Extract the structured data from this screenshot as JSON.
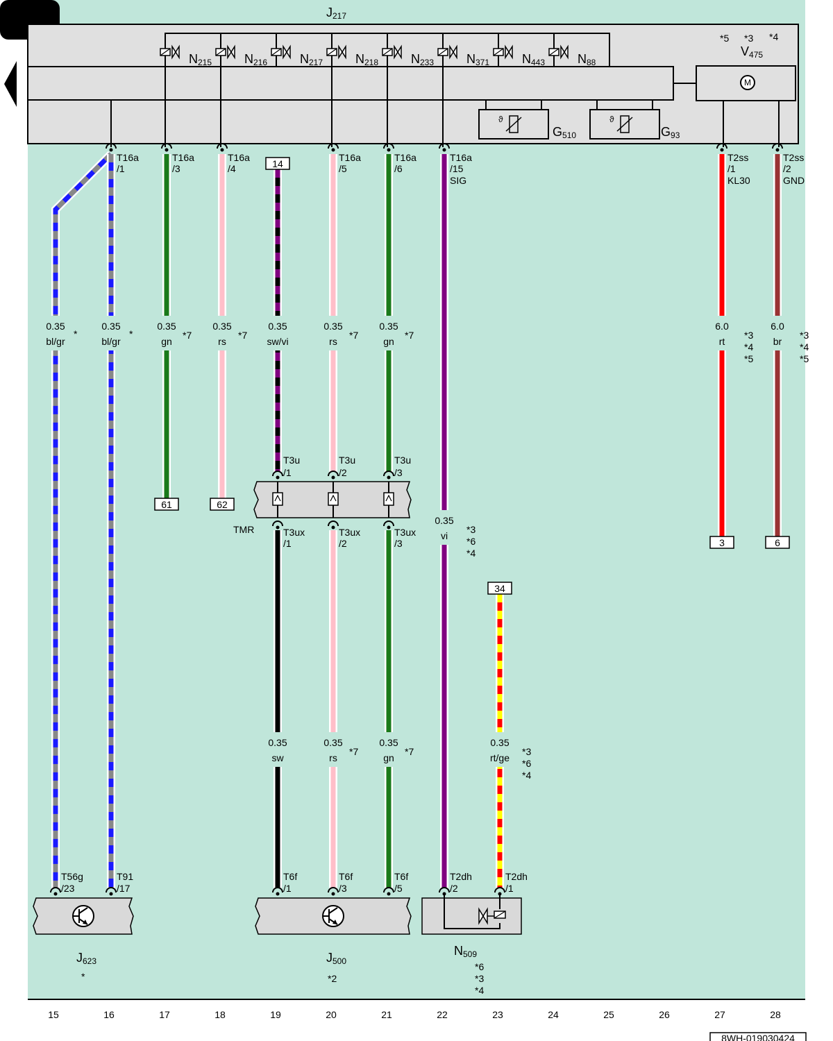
{
  "diagram_code": "8WH-019030424",
  "column_numbers": [
    "15",
    "16",
    "17",
    "18",
    "19",
    "20",
    "21",
    "22",
    "23",
    "24",
    "25",
    "26",
    "27",
    "28"
  ],
  "components": {
    "j217": {
      "name": "J",
      "sub": "217"
    },
    "v475": {
      "name": "V",
      "sub": "475",
      "notes": [
        "*5",
        "*3",
        "*4"
      ],
      "symbol": "M"
    },
    "g510": {
      "name": "G",
      "sub": "510"
    },
    "g93": {
      "name": "G",
      "sub": "93"
    },
    "tmr": {
      "name": "TMR"
    },
    "j623": {
      "name": "J",
      "sub": "623",
      "note": "*"
    },
    "j500": {
      "name": "J",
      "sub": "500",
      "note": "*2"
    },
    "n509": {
      "name": "N",
      "sub": "509",
      "notes": [
        "*6",
        "*3",
        "*4"
      ]
    }
  },
  "valves": [
    {
      "name": "N",
      "sub": "215"
    },
    {
      "name": "N",
      "sub": "216"
    },
    {
      "name": "N",
      "sub": "217"
    },
    {
      "name": "N",
      "sub": "218"
    },
    {
      "name": "N",
      "sub": "233"
    },
    {
      "name": "N",
      "sub": "371"
    },
    {
      "name": "N",
      "sub": "443"
    },
    {
      "name": "N",
      "sub": "88"
    }
  ],
  "pins": {
    "p15": {
      "conn": "T16a",
      "pin": "/1"
    },
    "p17": {
      "conn": "T16a",
      "pin": "/3"
    },
    "p18": {
      "conn": "T16a",
      "pin": "/4"
    },
    "p20": {
      "conn": "T16a",
      "pin": "/5"
    },
    "p21": {
      "conn": "T16a",
      "pin": "/6"
    },
    "p22": {
      "conn": "T16a",
      "pin": "/15",
      "sig": "SIG"
    },
    "p27": {
      "conn": "T2ss",
      "pin": "/1",
      "sig": "KL30"
    },
    "p28": {
      "conn": "T2ss",
      "pin": "/2",
      "sig": "GND"
    },
    "t3u1": {
      "conn": "T3u",
      "pin": "/1"
    },
    "t3u2": {
      "conn": "T3u",
      "pin": "/2"
    },
    "t3u3": {
      "conn": "T3u",
      "pin": "/3"
    },
    "t3ux1": {
      "conn": "T3ux",
      "pin": "/1"
    },
    "t3ux2": {
      "conn": "T3ux",
      "pin": "/2"
    },
    "t3ux3": {
      "conn": "T3ux",
      "pin": "/3"
    },
    "b15": {
      "conn": "T56g",
      "pin": "/23"
    },
    "b16": {
      "conn": "T91",
      "pin": "/17"
    },
    "b19": {
      "conn": "T6f",
      "pin": "/1"
    },
    "b20": {
      "conn": "T6f",
      "pin": "/3"
    },
    "b21": {
      "conn": "T6f",
      "pin": "/5"
    },
    "b22": {
      "conn": "T2dh",
      "pin": "/2"
    },
    "b23": {
      "conn": "T2dh",
      "pin": "/1"
    }
  },
  "wires": {
    "w15": {
      "size": "0.35",
      "color": "bl/gr",
      "note": "*"
    },
    "w16": {
      "size": "0.35",
      "color": "bl/gr",
      "note": "*"
    },
    "w17": {
      "size": "0.35",
      "color": "gn",
      "note": "*7"
    },
    "w18": {
      "size": "0.35",
      "color": "rs",
      "note": "*7"
    },
    "w19": {
      "size": "0.35",
      "color": "sw/vi"
    },
    "w20": {
      "size": "0.35",
      "color": "rs",
      "note": "*7"
    },
    "w21": {
      "size": "0.35",
      "color": "gn",
      "note": "*7"
    },
    "w27": {
      "size": "6.0",
      "color": "rt",
      "notes": [
        "*3",
        "*4",
        "*5"
      ]
    },
    "w28": {
      "size": "6.0",
      "color": "br",
      "notes": [
        "*3",
        "*4",
        "*5"
      ]
    },
    "w22": {
      "size": "0.35",
      "color": "vi",
      "notes": [
        "*3",
        "*6",
        "*4"
      ]
    },
    "w19b": {
      "size": "0.35",
      "color": "sw"
    },
    "w20b": {
      "size": "0.35",
      "color": "rs",
      "note": "*7"
    },
    "w21b": {
      "size": "0.35",
      "color": "gn",
      "note": "*7"
    },
    "w23": {
      "size": "0.35",
      "color": "rt/ge",
      "notes": [
        "*3",
        "*6",
        "*4"
      ]
    }
  },
  "refs": {
    "r14": "14",
    "r61": "61",
    "r62": "62",
    "r34": "34",
    "r3": "3",
    "r6": "6"
  },
  "colors": {
    "background": "#c0e6da",
    "bl": "#1a1aff",
    "gr": "#888888",
    "gn": "#1a7a1a",
    "rs": "#ffbfc9",
    "sw": "#000000",
    "vi": "#800080",
    "rt": "#ff0000",
    "br": "#993333",
    "ge": "#ffff00",
    "white": "#ffffff"
  }
}
